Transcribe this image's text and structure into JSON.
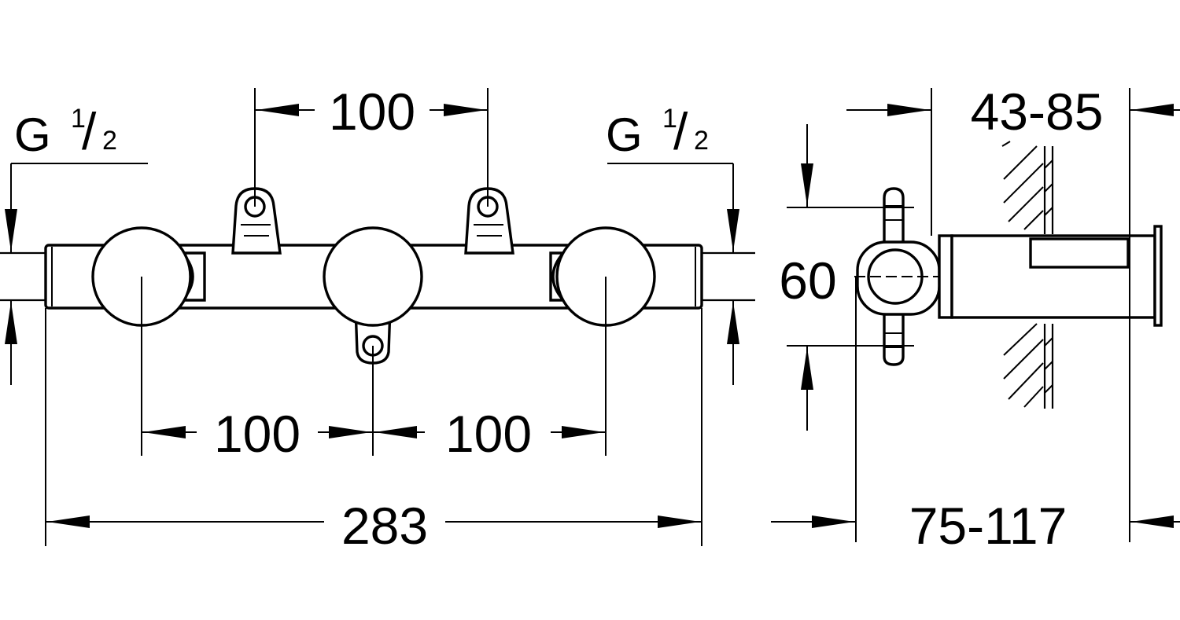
{
  "front_view": {
    "thread_left": {
      "letter": "G",
      "num": "1",
      "slash": "/",
      "den": "2"
    },
    "thread_right": {
      "letter": "G",
      "num": "1",
      "slash": "/",
      "den": "2"
    },
    "dim_top": "100",
    "dim_bottom_left": "100",
    "dim_bottom_right": "100",
    "dim_overall": "283"
  },
  "side_view": {
    "dim_height": "60",
    "dim_wall": "43-85",
    "dim_depth": "75-117"
  }
}
